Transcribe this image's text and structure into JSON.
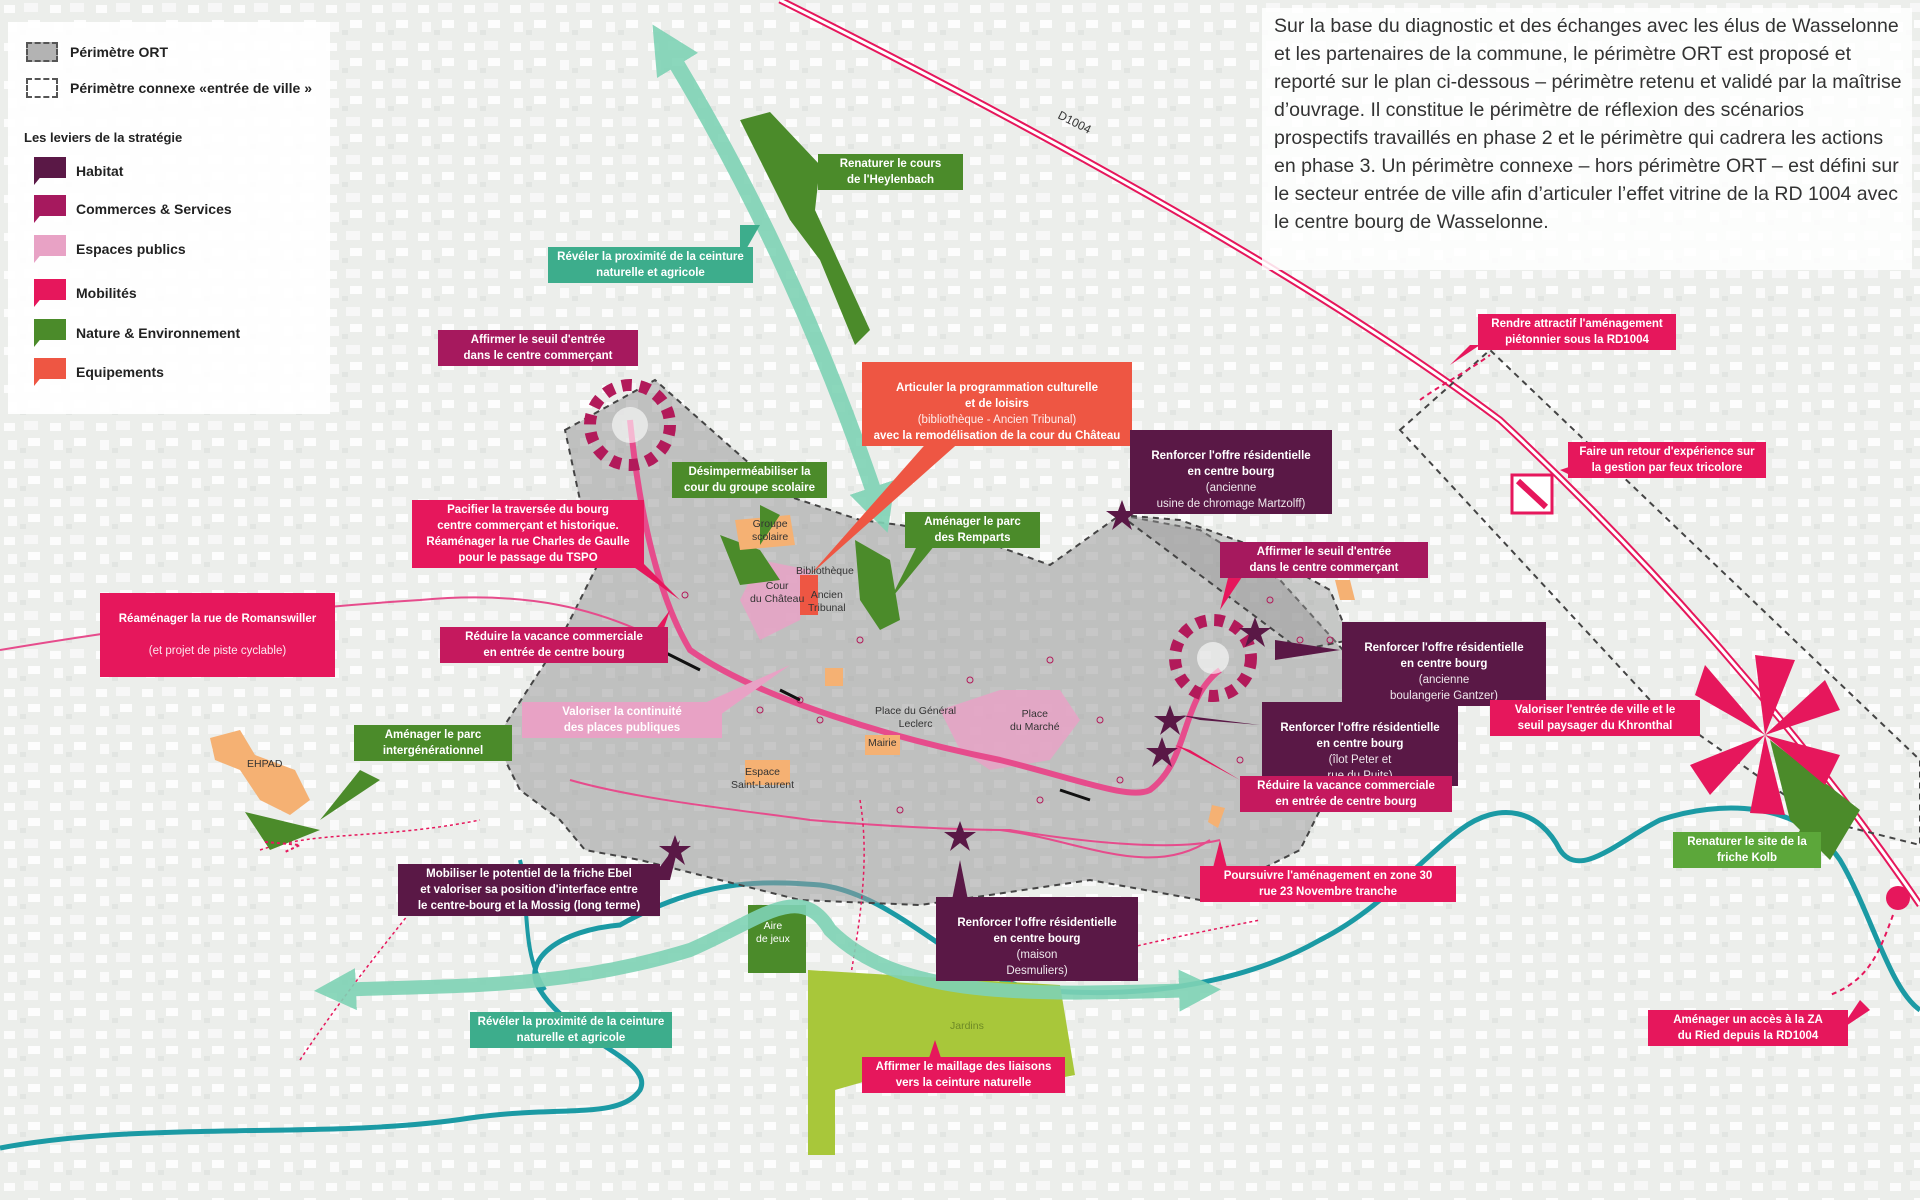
{
  "legend": {
    "perimetre_ort": "Périmètre ORT",
    "perimetre_connexe": "Périmètre connexe «entrée de ville »",
    "leviers_title": "Les leviers de la stratégie",
    "items": [
      {
        "label": "Habitat",
        "color": "#5a1846"
      },
      {
        "label": "Commerces & Services",
        "color": "#a6195e"
      },
      {
        "label": "Espaces publics",
        "color": "#e8a2c5"
      },
      {
        "label": "Mobilités",
        "color": "#e6175c"
      },
      {
        "label": "Nature & Environnement",
        "color": "#4b8b2a"
      },
      {
        "label": "Equipements",
        "color": "#ee5643"
      }
    ]
  },
  "intro_text": "Sur la base du diagnostic et des échanges avec les élus de Wasselonne et les partenaires de la commune, le périmètre ORT est proposé et reporté sur le plan ci-dessous – périmètre retenu et validé par la maîtrise d’ouvrage. Il constitue le périmètre de réflexion des scénarios prospectifs travaillés en phase 2 et le périmètre qui cadrera les actions en phase 3. Un périmètre connexe – hors périmètre ORT – est défini sur le secteur entrée de ville afin d’articuler l’effet vitrine de la RD 1004 avec le centre bourg de Wasselonne.",
  "road_label": "D1004",
  "labels": {
    "renaturer_heylenbach": "Renaturer le cours\nde l'Heylenbach",
    "reveler_ceinture_nord": "Révéler la proximité de la ceinture\nnaturelle et agricole",
    "affirmer_seuil_ouest": "Affirmer le seuil d'entrée\ndans le centre commerçant",
    "articuler_programmation": "Articuler la programmation culturelle\net de loisirs",
    "articuler_programmation_sub": "(bibliothèque - Ancien Tribunal)",
    "articuler_programmation_end": "avec la remodélisation de la cour du Château",
    "desimpermeabiliser": "Désimperméabiliser la\ncour du groupe scolaire",
    "amenager_remparts": "Aménager le parc\ndes Remparts",
    "pacifier_traversee": "Pacifier la traversée du bourg\ncentre commerçant et historique.\nRéaménager la rue Charles de Gaulle\npour le passage du TSPO",
    "reamenager_romanswiller": "Réaménager la rue de Romanswiller",
    "reamenager_romanswiller_sub": "(et projet de piste cyclable)",
    "reduire_vacance_ouest": "Réduire la vacance commerciale\nen entrée de centre bourg",
    "valoriser_continuite": "Valoriser la continuité\ndes places publiques",
    "amenager_intergenerationnel": "Aménager le parc\nintergénérationnel",
    "mobiliser_friche_ebel": "Mobiliser le potentiel de la friche Ebel\net valoriser sa position d'interface entre\nle centre-bourg et la Mossig (long terme)",
    "reveler_ceinture_sud": "Révéler la proximité de la ceinture\nnaturelle et agricole",
    "affirmer_maillage": "Affirmer le maillage des liaisons\nvers la ceinture naturelle",
    "renforcer_desmuliers": "Renforcer l'offre résidentielle\nen centre bourg",
    "renforcer_desmuliers_sub": "(maison\nDesmuliers)",
    "renforcer_martzolff": "Renforcer l'offre résidentielle\nen centre bourg",
    "renforcer_martzolff_sub": "(ancienne\nusine de chromage Martzolff)",
    "affirmer_seuil_est": "Affirmer le seuil d'entrée\ndans le centre commerçant",
    "renforcer_gantzer": "Renforcer l'offre résidentielle\nen centre bourg",
    "renforcer_gantzer_sub": "(ancienne\nboulangerie Gantzer)",
    "renforcer_peter": "Renforcer l'offre résidentielle\nen centre bourg",
    "renforcer_peter_sub": "(îlot Peter et\nrue du Puits)",
    "reduire_vacance_est": "Réduire la vacance commerciale\nen entrée de centre bourg",
    "poursuivre_zone30": "Poursuivre l'aménagement en zone 30\nrue 23 Novembre tranche",
    "rendre_attractif": "Rendre attractif l'aménagement\npiétonnier sous la RD1004",
    "retour_experience": "Faire un retour d'expérience sur\nla gestion par feux tricolore",
    "valoriser_entree": "Valoriser l'entrée de ville et le\nseuil paysager du Khronthal",
    "renaturer_kolb": "Renaturer le site de la\nfriche Kolb",
    "amenager_acces_za": "Aménager un accès à la ZA\ndu Ried depuis la RD1004"
  },
  "places": {
    "groupe_scolaire": "Groupe\nscolaire",
    "bibliotheque": "Bibliothèque",
    "cour_chateau": "Cour\ndu Château",
    "ancien_tribunal": "Ancien\nTribunal",
    "place_leclerc": "Place du Général\nLeclerc",
    "place_marche": "Place\ndu Marché",
    "mairie": "Mairie",
    "espace_saint_laurent": "Espace\nSaint-Laurent",
    "ehpad": "EHPAD",
    "aire_jeux": "Aire\nde jeux",
    "jardins": "Jardins"
  }
}
